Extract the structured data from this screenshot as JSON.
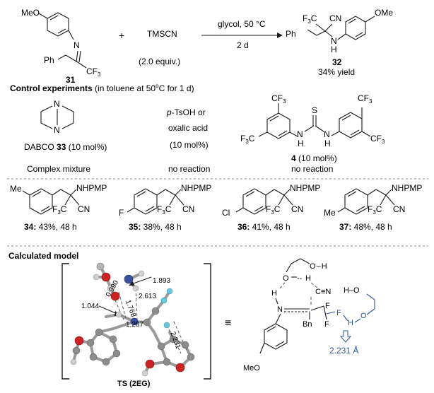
{
  "reaction": {
    "imine_ome": "MeO",
    "imine_n": "N",
    "imine_ph": "Ph",
    "imine_cf3": "CF",
    "imine_cf3_sub": "3",
    "imine_id": "31",
    "plus": "+",
    "reagent": "TMSCN",
    "reagent_equiv": "(2.0 equiv.)",
    "condition_top": "glycol, 50 °C",
    "condition_bottom": "2 d",
    "product_f3c": "F",
    "product_f3c_sub": "3",
    "product_c": "C",
    "product_cn": "CN",
    "product_ph": "Ph",
    "product_nh_n": "N",
    "product_nh_h": "H",
    "product_ome": "OMe",
    "product_id": "32",
    "product_yield": "34% yield"
  },
  "control": {
    "heading_bold": "Control experiments",
    "heading_rest": " (in toluene at 50",
    "heading_deg": "o",
    "heading_end": "C for 1 d)",
    "dabco_n": "N",
    "dabco_label_pre": "DABCO ",
    "dabco_label_id": "33",
    "dabco_label_post": " (10 mol%)",
    "dabco_result": "Complex mixture",
    "acid_line1_ital": "p",
    "acid_line1": "-TsOH  or",
    "acid_line2": "oxalic acid",
    "acid_line3": "(10 mol%)",
    "acid_result": "no reaction",
    "thiourea_cf3": "CF",
    "thiourea_f3c": "F",
    "thiourea_sub": "3",
    "thiourea_c": "C",
    "thiourea_s": "S",
    "thiourea_n": "N",
    "thiourea_h": "H",
    "thiourea_label_id": "4",
    "thiourea_label_post": " (10 mol%)",
    "thiourea_result": "no reaction"
  },
  "products": [
    {
      "sub": "Me",
      "id": "34:",
      "result": " 43%, 48 h"
    },
    {
      "sub": "F",
      "id": "35:",
      "result": " 38%, 48 h"
    },
    {
      "sub": "Cl",
      "id": "36:",
      "result": " 41%, 48 h"
    },
    {
      "sub": "Me",
      "id": "37:",
      "result": " 48%, 48 h"
    }
  ],
  "products_common": {
    "nhpmp": "NHPMP",
    "f3c": "F",
    "sub": "3",
    "c": "C",
    "cn": "CN"
  },
  "model": {
    "heading": "Calculated model",
    "d1": "1.893",
    "d2": "0.990",
    "d3": "2.613",
    "d4": "1.768",
    "d5": "1.044",
    "d6": "1.287",
    "d7": "2.231",
    "ts_label": "TS (2EG)",
    "equiv": "≡",
    "schem_o": "O",
    "schem_h": "H",
    "schem_ho": "H–O",
    "schem_n": "N",
    "schem_cn": "≡N",
    "schem_c": "C",
    "schem_f": "F",
    "schem_bn": "Bn",
    "schem_meo": "MeO",
    "schem_dist": "2.231 Å"
  },
  "colors": {
    "accent_blue": "#2f5597",
    "atom_red": "#cc2222",
    "atom_blue": "#3b4fa0",
    "atom_cyan": "#66c8d8",
    "atom_grey": "#8c8c8c"
  }
}
